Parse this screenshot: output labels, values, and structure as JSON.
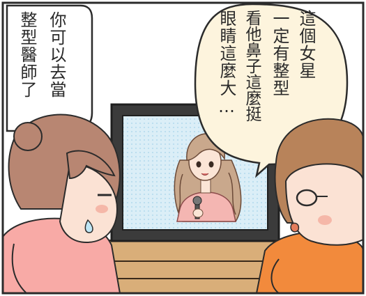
{
  "speech_left": {
    "lines": [
      "你可以去當",
      "整型醫師了"
    ]
  },
  "speech_right": {
    "lines": [
      "這個女星",
      "一定有整型",
      "看他鼻子這麼挺",
      "眼睛這麼大…"
    ]
  },
  "colors": {
    "frame": "#2b2b2b",
    "right_bubble": "#fdf4dd",
    "left_bubble": "#ffffff",
    "tv_screen": "#dbeef7",
    "tv_frame": "#3a3a3a",
    "cabinet": "#d8ad78",
    "left_girl_shirt": "#f8aaa6",
    "right_guy_shirt": "#f28a3c",
    "hair_left": "#b88672",
    "hair_right": "#b8835a",
    "singer_dress": "#f4b6b2",
    "singer_hair": "#c8a68a"
  },
  "icons": {
    "microphone": "microphone-icon",
    "sweat": "sweat-drop-icon"
  }
}
